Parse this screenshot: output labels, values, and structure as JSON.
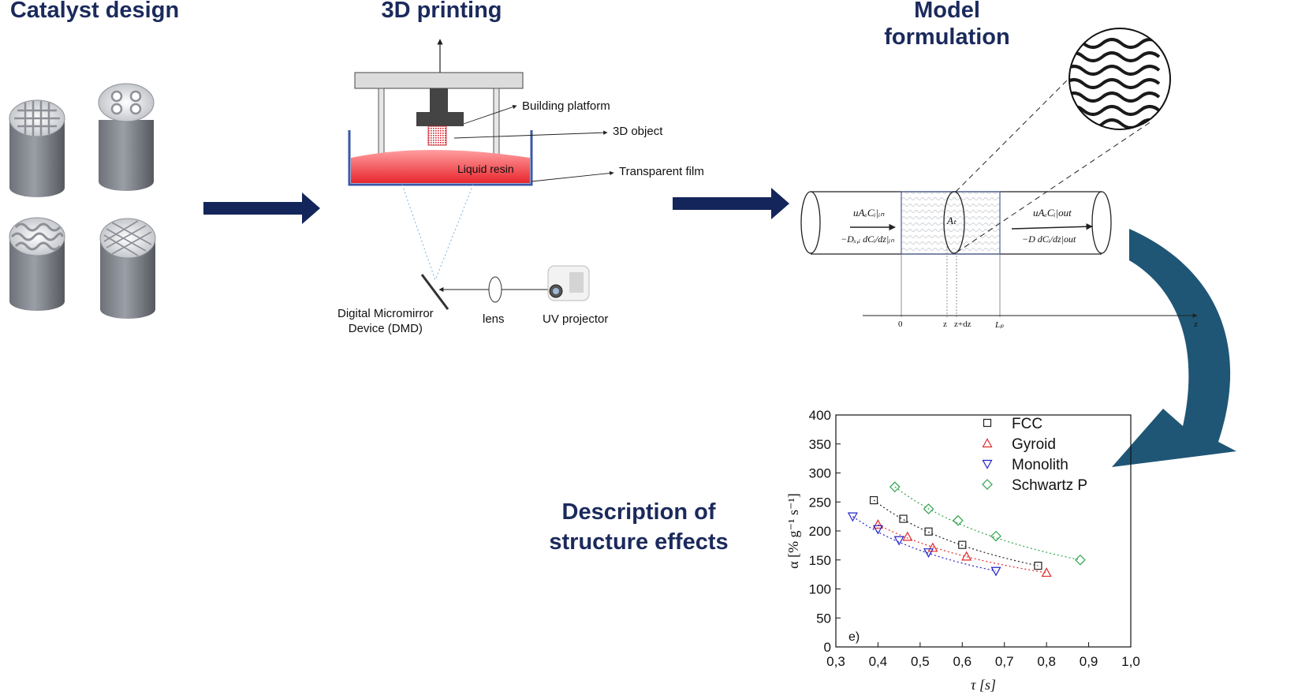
{
  "headings": {
    "catalyst_design": "Catalyst design",
    "printing_3d": "3D printing",
    "model_formulation_1": "Model",
    "model_formulation_2": "formulation",
    "description_1": "Description of",
    "description_2": "structure effects"
  },
  "printer_labels": {
    "building_platform": "Building platform",
    "object_3d": "3D object",
    "liquid_resin": "Liquid resin",
    "transparent_film": "Transparent film",
    "dmd_1": "Digital Micromirror",
    "dmd_2": "Device (DMD)",
    "lens": "lens",
    "uv_projector": "UV projector"
  },
  "model_labels": {
    "flux_in_top": "uAₑCᵢ|ᵢₙ",
    "flux_in_bottom": "−Dₓ,ᵢ dCᵢ/dz|ᵢₙ",
    "flux_out_top": "uAₑCᵢ|out",
    "flux_out_bottom": "−D dCᵢ/dz|out",
    "area": "Aₜ",
    "axis_0": "0",
    "axis_z": "z",
    "axis_zdz": "z+dz",
    "axis_lp": "Lₚ",
    "axis_end": "z"
  },
  "colors": {
    "heading": "#1b2a5c",
    "arrow": "#13255a",
    "curved_arrow": "#1f5675",
    "resin": "#f0383e",
    "fcc": "#222222",
    "gyroid": "#e0282b",
    "monolith": "#2323c8",
    "schwartz": "#2ea34a"
  },
  "chart_data": {
    "type": "scatter",
    "panel_label": "e)",
    "xlabel": "τ [s]",
    "ylabel": "α [% g⁻¹ s⁻¹]",
    "xlim": [
      0.3,
      1.0
    ],
    "ylim": [
      0,
      400
    ],
    "x_ticks": [
      "0,3",
      "0,4",
      "0,5",
      "0,6",
      "0,7",
      "0,8",
      "0,9",
      "1,0"
    ],
    "y_ticks": [
      "0",
      "50",
      "100",
      "150",
      "200",
      "250",
      "300",
      "350",
      "400"
    ],
    "legend_position": "top-right",
    "series": [
      {
        "name": "FCC",
        "marker": "square",
        "x": [
          0.39,
          0.46,
          0.52,
          0.6,
          0.78
        ],
        "y": [
          253,
          221,
          199,
          176,
          140
        ]
      },
      {
        "name": "Gyroid",
        "marker": "triangle-up",
        "x": [
          0.4,
          0.47,
          0.53,
          0.61,
          0.8
        ],
        "y": [
          211,
          190,
          171,
          156,
          128
        ]
      },
      {
        "name": "Monolith",
        "marker": "triangle-down",
        "x": [
          0.34,
          0.4,
          0.45,
          0.52,
          0.68
        ],
        "y": [
          225,
          203,
          184,
          163,
          131
        ]
      },
      {
        "name": "Schwartz P",
        "marker": "diamond",
        "x": [
          0.44,
          0.52,
          0.59,
          0.68,
          0.88
        ],
        "y": [
          276,
          238,
          218,
          191,
          150
        ]
      }
    ]
  }
}
